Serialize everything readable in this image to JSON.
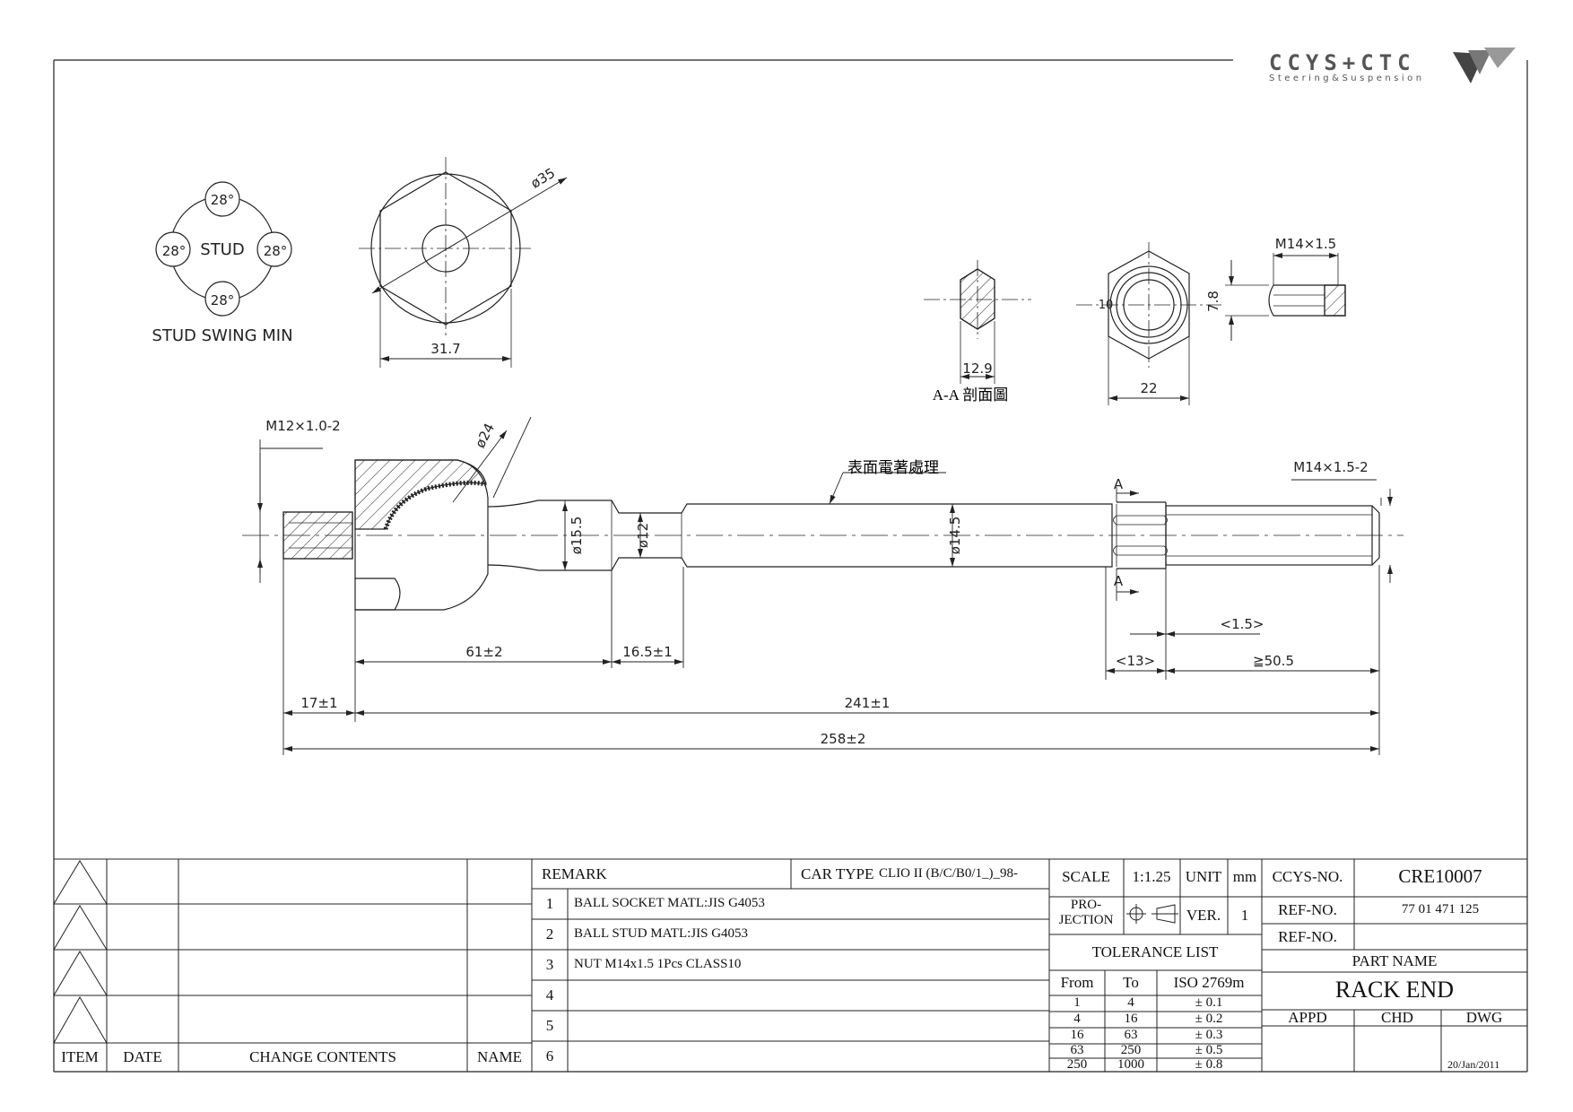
{
  "logo": {
    "name": "CCYS+CTC",
    "tagline": "Steering&Suspension"
  },
  "drawing": {
    "stud_swing_label": "STUD SWING MIN",
    "stud_center": "STUD",
    "stud_angles": [
      "28°",
      "28°",
      "28°",
      "28°"
    ],
    "hex_diameter": "ø35",
    "hex_width": "31.7",
    "section_width": "12.9",
    "section_label": "A-A 剖面圖",
    "nut_width": "22",
    "nut_inner": "10",
    "nut_height": "7.8",
    "nut_thread": "M14×1.5",
    "left_thread": "M12×1.0-2",
    "ball_diameter": "ø24",
    "surface_note": "表面電著處理",
    "dia_15_5": "ø15.5",
    "dia_12": "ø12",
    "dia_14_5": "ø14.5",
    "right_thread": "M14×1.5-2",
    "section_mark": "A",
    "dim_61": "61±2",
    "dim_16_5": "16.5±1",
    "dim_13": "<13>",
    "dim_1_5": "<1.5>",
    "dim_50_5": "≧50.5",
    "dim_17": "17±1",
    "dim_241": "241±1",
    "dim_258": "258±2"
  },
  "revision": {
    "headers": {
      "item": "ITEM",
      "date": "DATE",
      "contents": "CHANGE CONTENTS",
      "name": "NAME"
    }
  },
  "remark": {
    "title": "REMARK",
    "car_type_label": "CAR TYPE",
    "car_type_value": "CLIO II (B/C/B0/1_)_98-",
    "items": [
      {
        "no": "1",
        "text": "BALL SOCKET MATL:JIS  G4053"
      },
      {
        "no": "2",
        "text": "BALL STUD MATL:JIS G4053"
      },
      {
        "no": "3",
        "text": "NUT M14x1.5 1Pcs CLASS10"
      },
      {
        "no": "4",
        "text": ""
      },
      {
        "no": "5",
        "text": ""
      },
      {
        "no": "6",
        "text": ""
      }
    ]
  },
  "spec": {
    "scale_label": "SCALE",
    "scale_value": "1:1.25",
    "unit_label": "UNIT",
    "unit_value": "mm",
    "projection_label_1": "PRO-",
    "projection_label_2": "JECTION",
    "ver_label": "VER.",
    "ver_value": "1",
    "tolerance_title": "TOLERANCE LIST",
    "tolerance_headers": {
      "from": "From",
      "to": "To",
      "iso": "ISO 2769m"
    },
    "tolerance_rows": [
      {
        "from": "1",
        "to": "4",
        "tol": "± 0.1"
      },
      {
        "from": "4",
        "to": "16",
        "tol": "± 0.2"
      },
      {
        "from": "16",
        "to": "63",
        "tol": "± 0.3"
      },
      {
        "from": "63",
        "to": "250",
        "tol": "± 0.5"
      },
      {
        "from": "250",
        "to": "1000",
        "tol": "± 0.8"
      }
    ]
  },
  "part": {
    "ccys_label": "CCYS-NO.",
    "ccys_value": "CRE10007",
    "ref_label": "REF-NO.",
    "ref_value": "77 01 471 125",
    "ref2_label": "REF-NO.",
    "ref2_value": "",
    "part_name_label": "PART NAME",
    "part_name_value": "RACK END",
    "appd": "APPD",
    "chd": "CHD",
    "dwg": "DWG",
    "date": "20/Jan/2011"
  }
}
